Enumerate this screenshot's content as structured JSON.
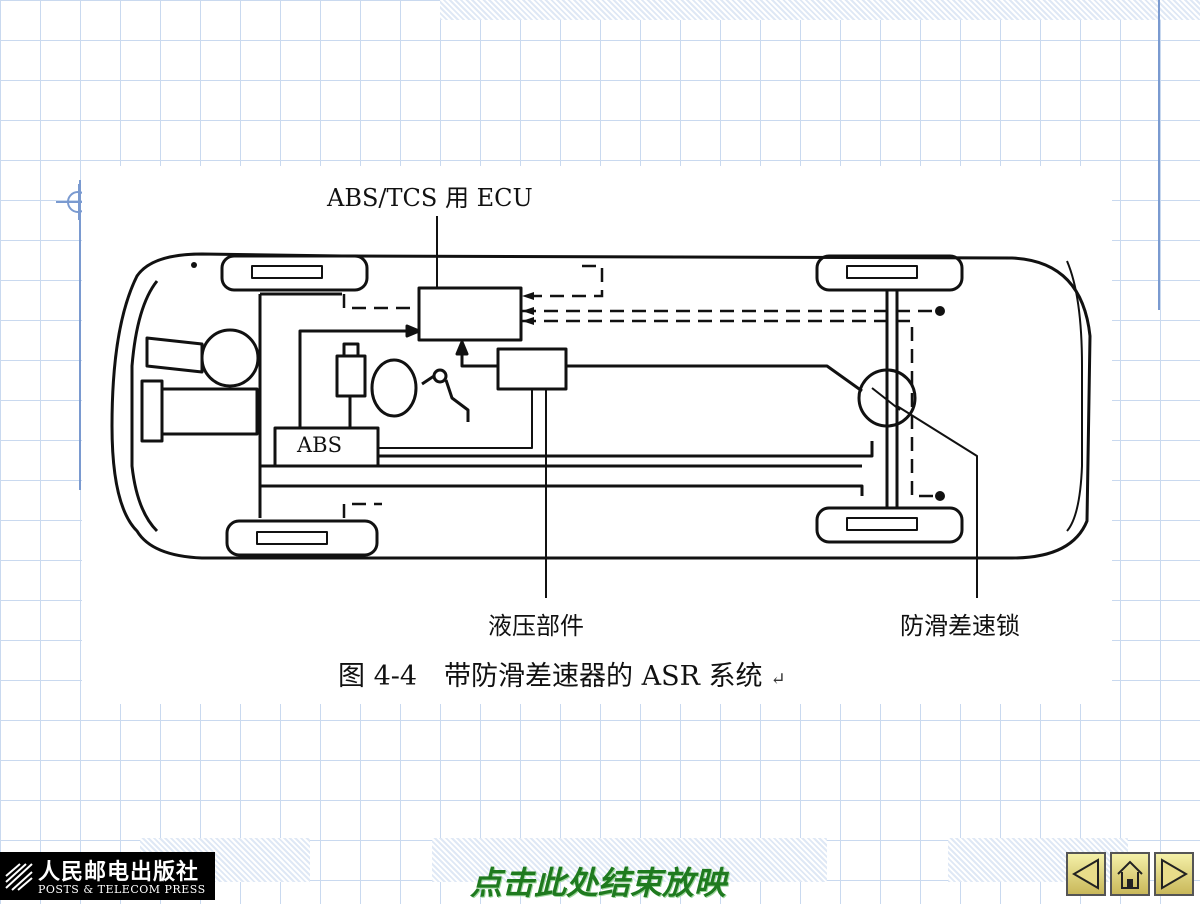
{
  "diagram": {
    "ecu_label": "ABS/TCS 用 ECU",
    "abs_label": "ABS",
    "hydraulic_label": "液压部件",
    "diff_lock_label": "防滑差速锁",
    "caption": "图 4-4　带防滑差速器的 ASR 系统",
    "return_mark": "↵"
  },
  "footer": {
    "logo_cn": "人民邮电出版社",
    "logo_en": "POSTS & TELECOM PRESS",
    "end_show": "点击此处结束放映"
  },
  "nav": {
    "prev_icon": "triangle-left-icon",
    "home_icon": "home-icon",
    "next_icon": "triangle-right-icon"
  },
  "colors": {
    "grid": "#c9d9ef",
    "accent_line": "#7a9ad0",
    "end_show_text": "#1f7a1f",
    "nav_button": "#e8dc8a"
  }
}
